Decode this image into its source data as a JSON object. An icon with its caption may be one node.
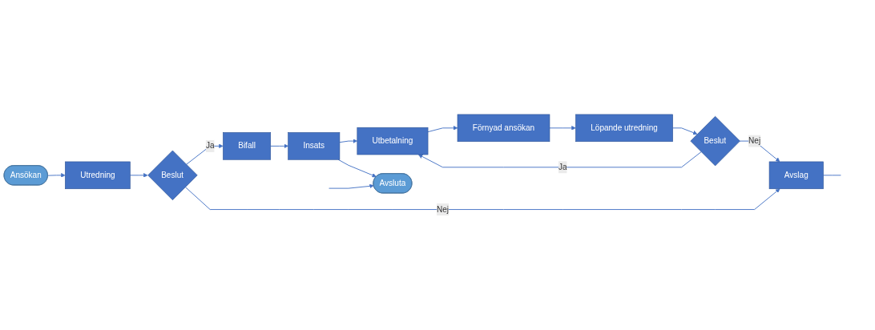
{
  "diagram": {
    "nodes": [
      {
        "text": [
          "Ansökan"
        ]
      },
      {
        "text": [
          "Utredning"
        ]
      },
      {
        "text": [
          "Beslut"
        ]
      },
      {
        "text": [
          "Bifall"
        ]
      },
      {
        "text": [
          "Insats"
        ]
      },
      {
        "text": [
          "Utbetalning"
        ]
      },
      {
        "text": [
          "Förnyad ansökan"
        ]
      },
      {
        "text": [
          "Löpande utredning"
        ]
      },
      {
        "text": [
          "Avsluta"
        ]
      },
      {
        "text": [
          "Avslag"
        ]
      },
      {
        "text": [
          "Beslut"
        ]
      }
    ],
    "edges": [
      {
        "from": 0,
        "to": 1,
        "arrow": "to"
      },
      {
        "from": 1,
        "to": 2,
        "arrow": "to"
      },
      {
        "from": 2,
        "to": 3,
        "label": "Ja",
        "arrow": "to"
      },
      {
        "from": 2,
        "to": 9,
        "label": "Nej",
        "arrow": "to"
      },
      {
        "from": 3,
        "to": 4,
        "arrow": "to"
      },
      {
        "from": 4,
        "to": 5,
        "arrow": "to"
      },
      {
        "from": 5,
        "to": 6,
        "arrow": "to"
      },
      {
        "from": 6,
        "to": 7,
        "arrow": "to"
      },
      {
        "from": 4,
        "to": 8,
        "arrow": "to"
      },
      {
        "from": 7,
        "to": 10,
        "arrow": "to"
      },
      {
        "from": 10,
        "to": 5,
        "label": "Ja",
        "arrow": "to"
      },
      {
        "from": 10,
        "to": 9,
        "label": "Nej",
        "arrow": "to"
      },
      {
        "from": 9,
        "to": null,
        "arrow": "none"
      },
      {
        "from": null,
        "to": 8,
        "arrow": "to"
      }
    ]
  }
}
